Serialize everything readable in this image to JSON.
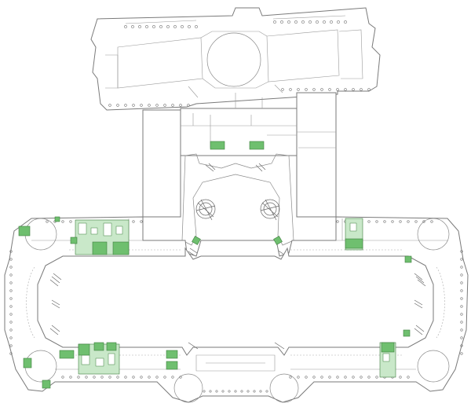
{
  "map": {
    "colors": {
      "background": "#ffffff",
      "wall": "#7a7a7a",
      "highlight_fill": "#6fbf6f",
      "highlight_light": "#c9e8c9",
      "highlight_stroke": "#3f7f3f"
    },
    "highlighted_rooms": [
      {
        "id": "nw-wing-rooms",
        "zone": "north-west"
      },
      {
        "id": "ne-wing-room",
        "zone": "north-east"
      },
      {
        "id": "sw-wing-rooms",
        "zone": "south-west"
      },
      {
        "id": "se-wing-room",
        "zone": "south-east"
      },
      {
        "id": "central-court-rooms",
        "zone": "center-north"
      },
      {
        "id": "corner-markers",
        "zone": "corners"
      }
    ]
  }
}
